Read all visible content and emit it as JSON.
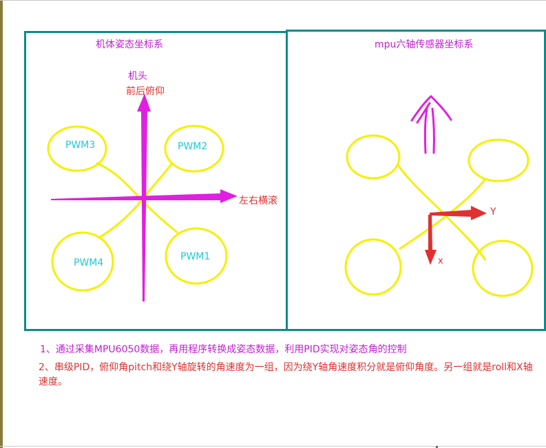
{
  "left_panel": {
    "title": "机体姿态坐标系",
    "nose_label_1": "机头",
    "nose_label_2": "前后俯仰",
    "roll_label": "左右横滚",
    "motors": [
      "PWM3",
      "PWM2",
      "PWM4",
      "PWM1"
    ]
  },
  "right_panel": {
    "title": "mpu六轴传感器坐标系",
    "y_label": "Y",
    "x_label": "x"
  },
  "notes": {
    "line1": "1、通过采集MPU6050数据，再用程序转换成姿态数据，利用PID实现对姿态角的控制",
    "line2": "2、串级PID，俯仰角pitch和绕Y轴旋转的角速度为一组，因为绕Y轴角速度积分就是俯仰角度。另一组就是roll和X轴速度。"
  },
  "colors": {
    "frame": "#0d8a8a",
    "magenta": "#e020e0",
    "yellow": "#f5f000",
    "red": "#e03030",
    "cyan": "#20c8d8"
  }
}
